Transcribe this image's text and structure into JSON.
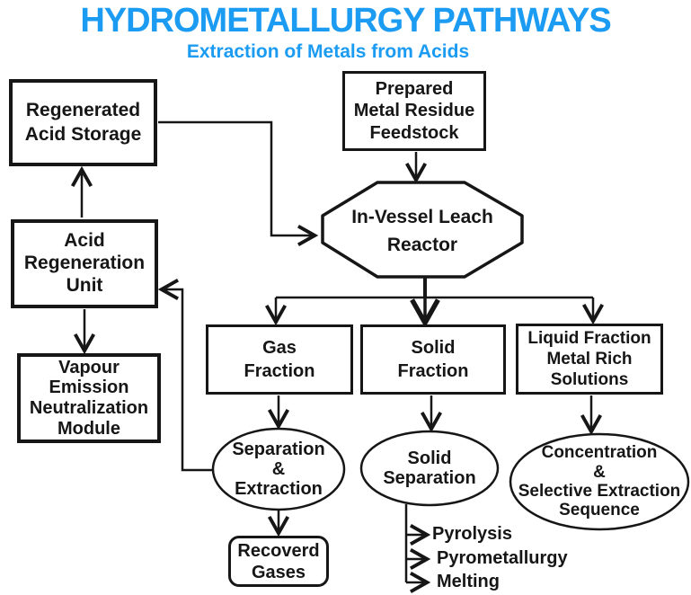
{
  "title": "HYDROMETALLURGY PATHWAYS",
  "subtitle": "Extraction of Metals from Acids",
  "colors": {
    "title_blue": "#1B9BF1",
    "line_black": "#161616",
    "background": "#FFFFFF"
  },
  "nodes": {
    "regenerated_acid_storage": {
      "shape": "rectangle",
      "label": "Regenerated\nAcid Storage"
    },
    "prepared_feedstock": {
      "shape": "rectangle",
      "label": "Prepared\nMetal Residue\nFeedstock"
    },
    "leach_reactor": {
      "shape": "octagon",
      "label": "In-Vessel Leach\nReactor"
    },
    "acid_regeneration_unit": {
      "shape": "rectangle",
      "label": "Acid\nRegeneration\nUnit"
    },
    "vapour_module": {
      "shape": "rectangle",
      "label": "Vapour\nEmission\nNeutralization\nModule"
    },
    "gas_fraction": {
      "shape": "rectangle",
      "label": "Gas\nFraction"
    },
    "solid_fraction": {
      "shape": "rectangle",
      "label": "Solid\nFraction"
    },
    "liquid_fraction": {
      "shape": "rectangle",
      "label": "Liquid Fraction\nMetal Rich\nSolutions"
    },
    "separation_extraction": {
      "shape": "ellipse",
      "label": "Separation\n&\nExtraction"
    },
    "solid_separation": {
      "shape": "ellipse",
      "label": "Solid\nSeparation"
    },
    "concentration_sequence": {
      "shape": "ellipse",
      "label": "Concentration\n&\nSelective Extraction\nSequence"
    },
    "recovered_gases": {
      "shape": "rounded-rectangle",
      "label": "Recoverd\nGases"
    },
    "pyrolysis": {
      "shape": "text",
      "label": "Pyrolysis"
    },
    "pyrometallurgy": {
      "shape": "text",
      "label": "Pyrometallurgy"
    },
    "melting": {
      "shape": "text",
      "label": "Melting"
    }
  },
  "edges": [
    "acid_regeneration_unit -> regenerated_acid_storage",
    "regenerated_acid_storage -> leach_reactor",
    "prepared_feedstock -> leach_reactor",
    "leach_reactor -> gas_fraction",
    "leach_reactor -> solid_fraction",
    "leach_reactor -> liquid_fraction",
    "acid_regeneration_unit -> vapour_module",
    "gas_fraction -> separation_extraction",
    "solid_fraction -> solid_separation",
    "liquid_fraction -> concentration_sequence",
    "separation_extraction -> recovered_gases",
    "separation_extraction -> acid_regeneration_unit",
    "solid_separation -> pyrolysis",
    "solid_separation -> pyrometallurgy",
    "solid_separation -> melting"
  ]
}
